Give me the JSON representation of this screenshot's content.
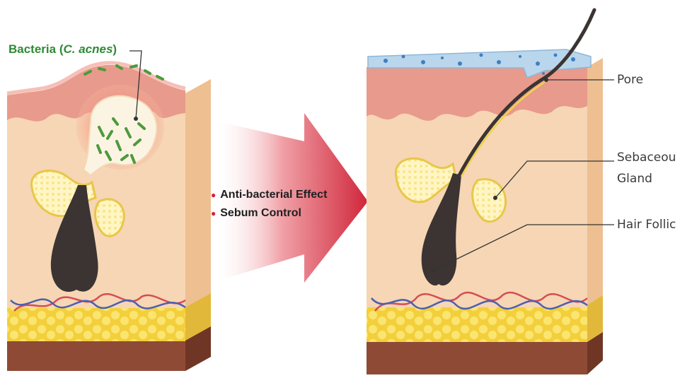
{
  "bacteria_label": {
    "prefix": "Bacteria (",
    "species": "C. acnes",
    "suffix": ")"
  },
  "treatment_effects": [
    "Anti-bacterial  Effect",
    "Sebum Control"
  ],
  "anatomy_labels": {
    "pore": "Pore",
    "sebaceous_line1": "Sebaceou",
    "sebaceous_line2": "Gland",
    "hair_follicle": "Hair Follic"
  },
  "colors": {
    "bacteria_green": "#2f8a35",
    "arrow_red": "#d0263a",
    "skin": "#f6d6b4",
    "epidermis": "#e89a8c",
    "fat": "#f5d84a",
    "muscle": "#8f4a35",
    "hair": "#3b3433"
  }
}
